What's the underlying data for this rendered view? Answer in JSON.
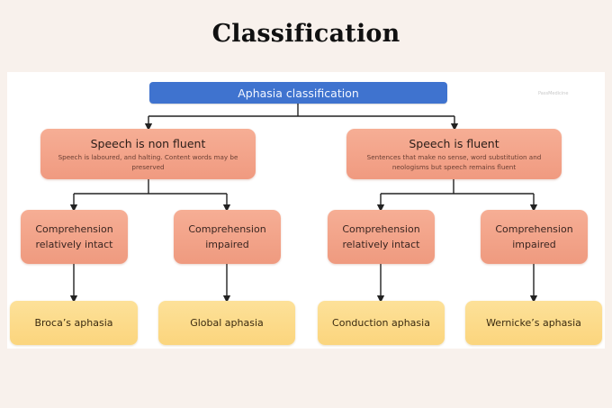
{
  "page": {
    "title": "Classification",
    "watermark": "PassMedicine"
  },
  "diagram": {
    "root": {
      "label": "Aphasia classification",
      "color": "#3f73cf"
    },
    "branches": [
      {
        "title": "Speech is non fluent",
        "description": "Speech is laboured, and halting. Content words may be preserved",
        "children": [
          {
            "label": "Comprehension relatively intact",
            "result": "Broca’s aphasia"
          },
          {
            "label": "Comprehension impaired",
            "result": "Global aphasia"
          }
        ]
      },
      {
        "title": "Speech is fluent",
        "description": "Sentences that make no sense, word substitution and neologisms but speech remains fluent",
        "children": [
          {
            "label": "Comprehension relatively intact",
            "result": "Conduction aphasia"
          },
          {
            "label": "Comprehension impaired",
            "result": "Wernicke’s aphasia"
          }
        ]
      }
    ],
    "colors": {
      "criteria_box": "#f4a68b",
      "result_box": "#fcd98a",
      "connector": "#222222"
    }
  }
}
